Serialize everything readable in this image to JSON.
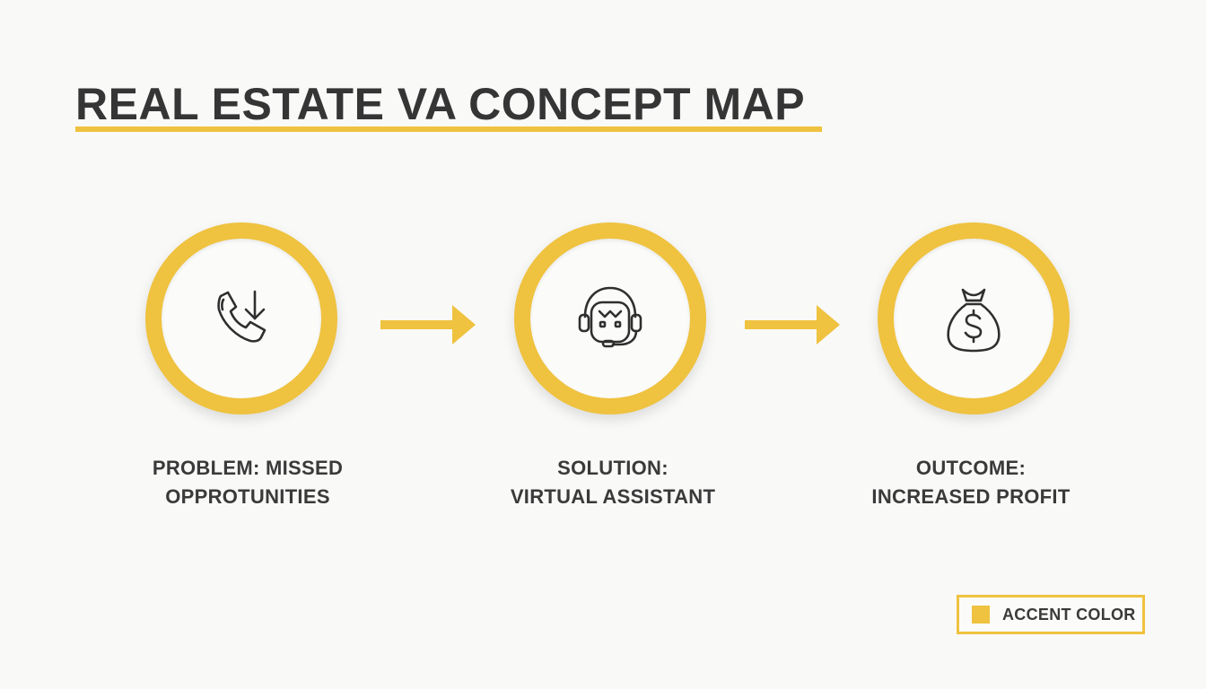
{
  "title": "REAL ESTATE VA CONCEPT MAP",
  "colors": {
    "accent": "#efc23f",
    "text": "#353535",
    "background": "#f9f9f8"
  },
  "nodes": [
    {
      "icon": "phone-missed-call-icon",
      "label_line1": "PROBLEM: MISSED",
      "label_line2": "OPPROTUNITIES"
    },
    {
      "icon": "robot-headset-icon",
      "label_line1": "SOLUTION:",
      "label_line2": "VIRTUAL ASSISTANT"
    },
    {
      "icon": "money-bag-icon",
      "label_line1": "OUTCOME:",
      "label_line2": "INCREASED PROFIT"
    }
  ],
  "legend": {
    "label": "ACCENT COLOR"
  }
}
